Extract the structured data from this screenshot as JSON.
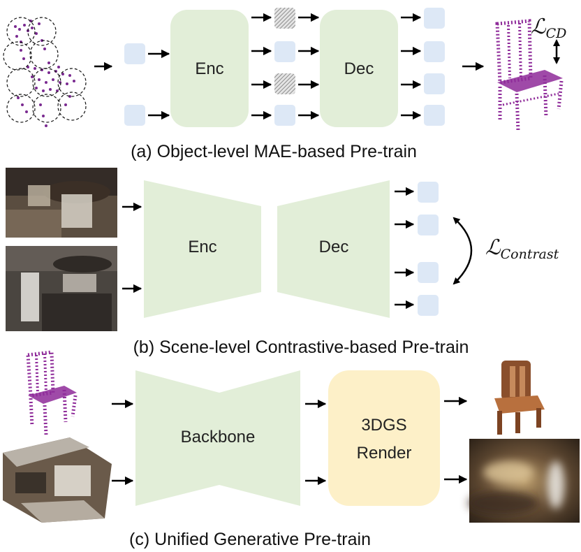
{
  "panel_a": {
    "enc_label": "Enc",
    "dec_label": "Dec",
    "loss_script": "ℒ",
    "loss_sub": "CD",
    "caption": "(a) Object-level MAE-based Pre-train"
  },
  "panel_b": {
    "enc_label": "Enc",
    "dec_label": "Dec",
    "loss_script": "ℒ",
    "loss_sub": "Contrast",
    "caption": "(b) Scene-level Contrastive-based Pre-train"
  },
  "panel_c": {
    "backbone_label": "Backbone",
    "render_label_line1": "3DGS",
    "render_label_line2": "Render",
    "caption": "(c) Unified Generative Pre-train"
  },
  "colors": {
    "green": "#e2eed8",
    "token_blue": "#dde8f6",
    "render_yellow": "#fdf0c8",
    "chair_purple": "#8e2a99"
  }
}
